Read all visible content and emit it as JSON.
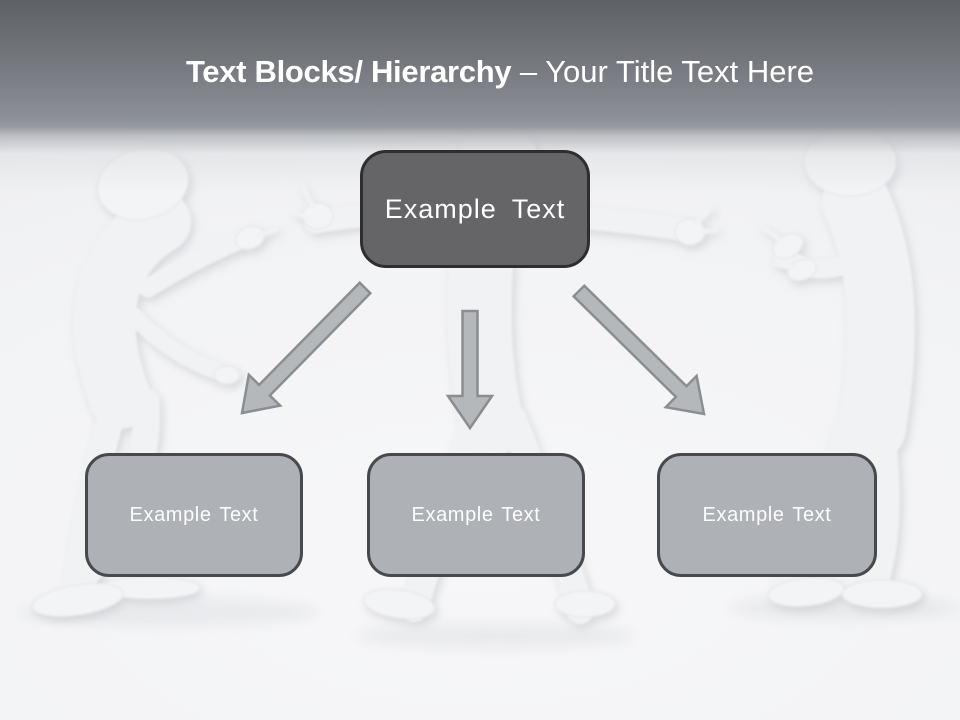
{
  "slide": {
    "title": {
      "bold": "Text Blocks/ Hierarchy",
      "regular": " – Your Title Text Here"
    },
    "hierarchy": {
      "root": {
        "label": "Example Text"
      },
      "children": [
        {
          "label": "Example Text"
        },
        {
          "label": "Example Text"
        },
        {
          "label": "Example Text"
        }
      ]
    },
    "figures": [
      {
        "name": "left-3d-person"
      },
      {
        "name": "center-3d-person"
      },
      {
        "name": "right-3d-person"
      }
    ],
    "colors": {
      "header_top": "#5e6166",
      "header_mid": "#8c9097",
      "canvas_bg": "#f2f3f5",
      "root_box_fill": "#656568",
      "root_box_border": "#2e2e31",
      "child_box_fill": "#aeb1b5",
      "child_box_border": "#46494e",
      "arrow_fill": "#b5b8bb",
      "arrow_stroke": "#8a8d91",
      "title_text": "#ffffff",
      "box_text": "#ffffff"
    }
  }
}
